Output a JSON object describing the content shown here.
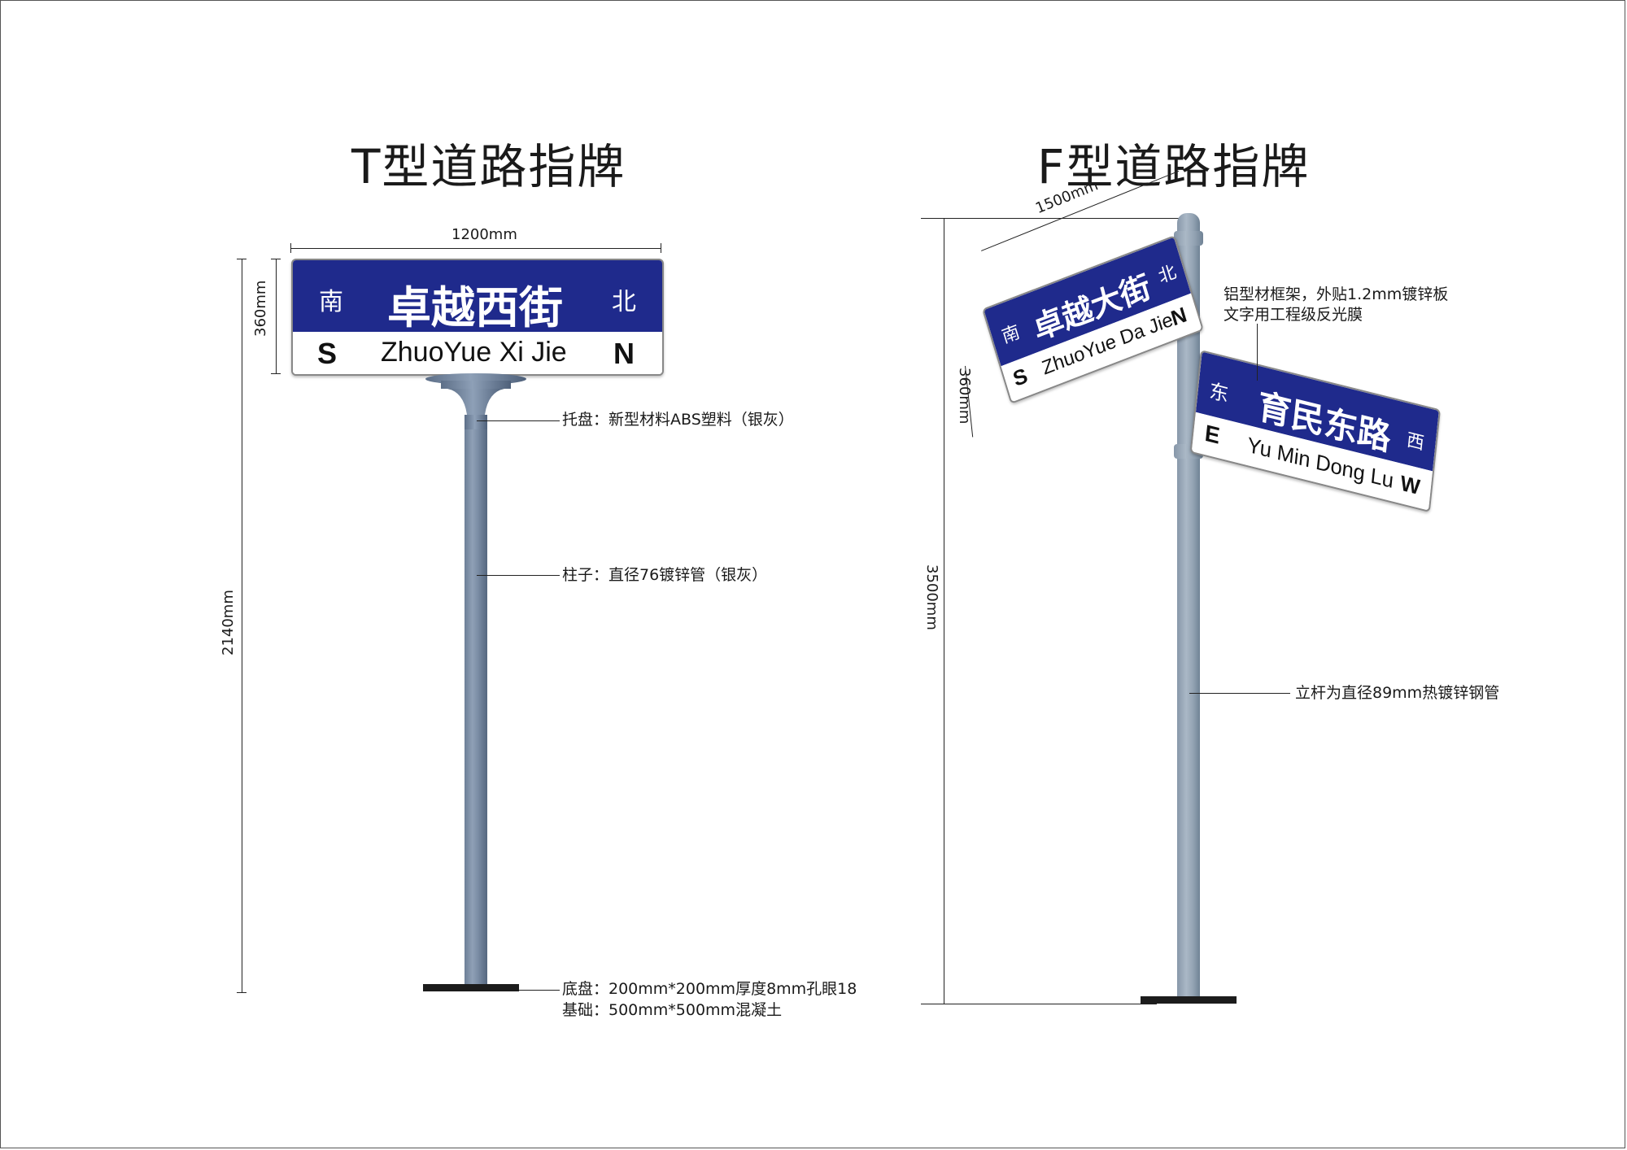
{
  "left": {
    "title": "T型道路指牌",
    "width_label": "1200mm",
    "height_label": "360mm",
    "total_height_label": "2140mm",
    "sign": {
      "dir_left_cn": "南",
      "name_cn": "卓越西街",
      "dir_right_cn": "北",
      "dir_left_en": "S",
      "name_en": "ZhuoYue Xi Jie",
      "dir_right_en": "N"
    },
    "notes": {
      "tray": "托盘：新型材料ABS塑料（银灰）",
      "pole": "柱子：直径76镀锌管（银灰）",
      "base_line1": "底盘：200mm*200mm厚度8mm孔眼18",
      "base_line2": "基础：500mm*500mm混凝土"
    }
  },
  "right": {
    "title": "F型道路指牌",
    "width_label": "1500mm",
    "height_label": "360mm",
    "total_height_label": "3500mm",
    "sign_a": {
      "dir_left_cn": "南",
      "name_cn": "卓越大街",
      "dir_right_cn": "北",
      "dir_left_en": "S",
      "name_en": "ZhuoYue Da Jie",
      "dir_right_en": "N"
    },
    "sign_b": {
      "dir_left_cn": "东",
      "name_cn": "育民东路",
      "dir_right_cn": "西",
      "dir_left_en": "E",
      "name_en": "Yu Min Dong Lu",
      "dir_right_en": "W"
    },
    "notes": {
      "frame_line1": "铝型材框架，外贴1.2mm镀锌板",
      "frame_line2": "文字用工程级反光膜",
      "pole": "立杆为直径89mm热镀锌钢管"
    }
  },
  "colors": {
    "sign_blue": "#1f2a8c",
    "pole_left": "#7a8ca4",
    "pole_right": "#93a3b3"
  }
}
